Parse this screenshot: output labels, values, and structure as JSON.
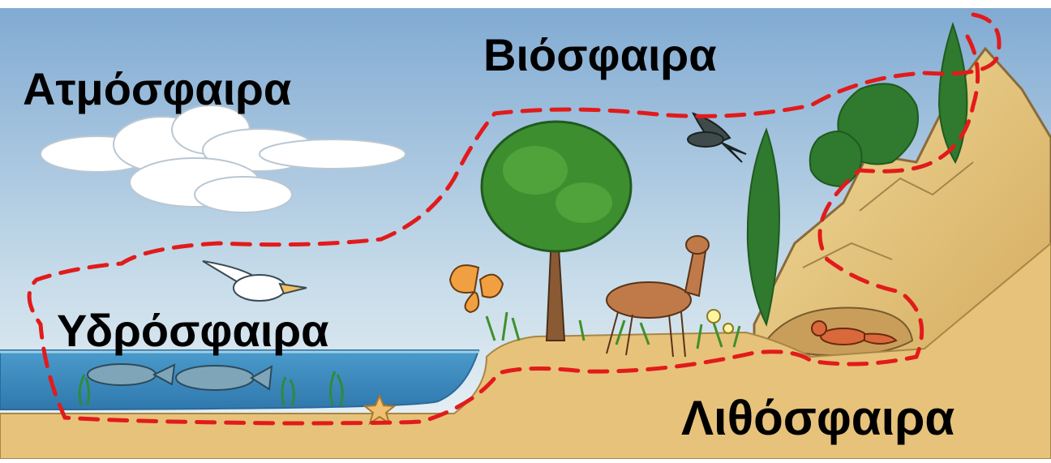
{
  "labels": {
    "atmosphere": "Ατμόσφαιρα",
    "biosphere": "Βιόσφαιρα",
    "hydrosphere": "Υδρόσφαιρα",
    "lithosphere": "Λιθόσφαιρα"
  },
  "colors": {
    "sky_top": "#8fb3d6",
    "sky_bottom": "#e8f0f4",
    "sea": "#3f8fc2",
    "ground": "#e7c27a",
    "rock": "#e8cf8a",
    "grass": "#4f9a35",
    "tree_foliage": "#3d8e2f",
    "trunk": "#8a5a34",
    "boundary": "#e11b1b"
  },
  "icons": [
    "cloud-icon",
    "pelican-icon",
    "swallow-icon",
    "butterfly-icon",
    "tree-icon",
    "cypress-icon",
    "deer-icon",
    "fox-icon",
    "fish-icon",
    "starfish-icon",
    "flower-icon",
    "mountain-icon"
  ]
}
